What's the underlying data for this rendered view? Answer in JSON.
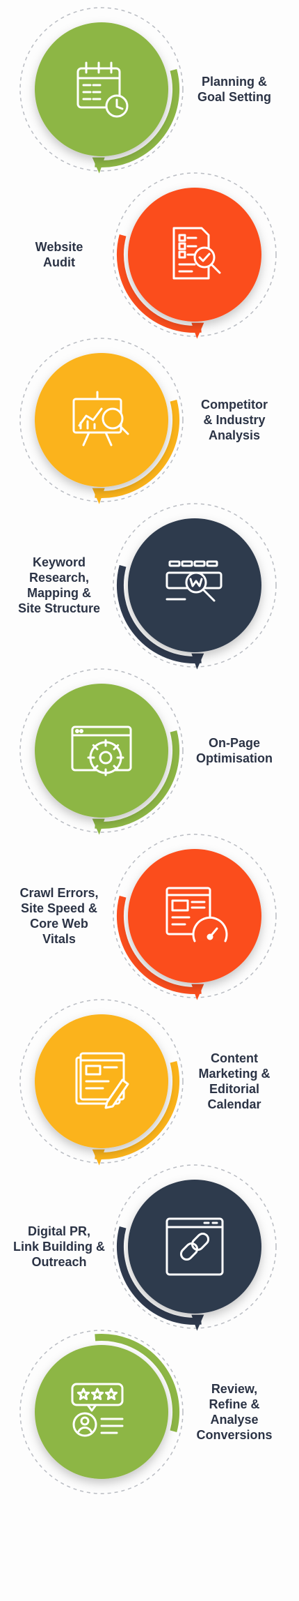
{
  "steps": [
    {
      "label": "Planning &\nGoal Setting",
      "color": "#8db645",
      "icon": "calendar-clock-icon"
    },
    {
      "label": "Website\nAudit",
      "color": "#fb4e1d",
      "icon": "document-audit-icon"
    },
    {
      "label": "Competitor\n& Industry\nAnalysis",
      "color": "#fbb31a",
      "icon": "presentation-analysis-icon"
    },
    {
      "label": "Keyword\nResearch,\nMapping &\nSite Structure",
      "color": "#2f3a4e",
      "icon": "keyword-search-icon"
    },
    {
      "label": "On-Page\nOptimisation",
      "color": "#8db645",
      "icon": "browser-gear-icon"
    },
    {
      "label": "Crawl Errors,\nSite Speed &\nCore Web\nVitals",
      "color": "#fb4e1d",
      "icon": "speed-gauge-icon"
    },
    {
      "label": "Content\nMarketing &\nEditorial\nCalendar",
      "color": "#fbb31a",
      "icon": "content-pen-icon"
    },
    {
      "label": "Digital PR,\nLink Building &\nOutreach",
      "color": "#2f3a4e",
      "icon": "browser-link-icon"
    },
    {
      "label": "Review,\nRefine &\nAnalyse\nConversions",
      "color": "#8db645",
      "icon": "review-stars-icon"
    }
  ]
}
